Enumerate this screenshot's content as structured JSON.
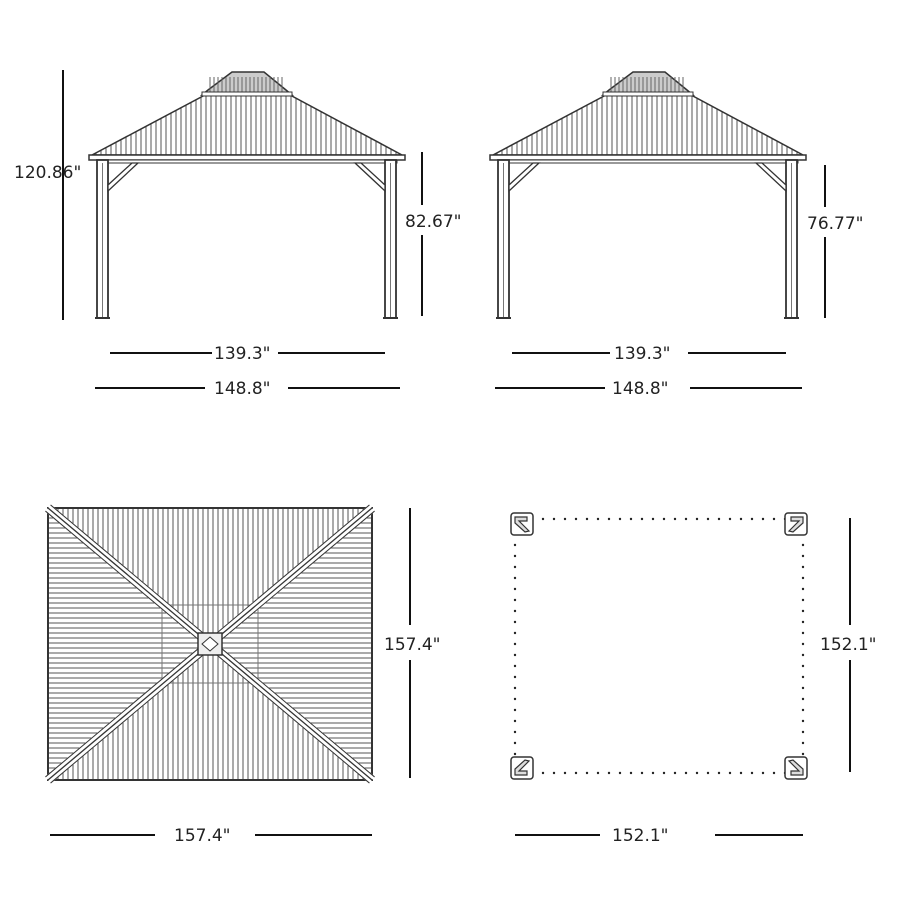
{
  "front_view": {
    "total_height": "120.86\"",
    "eave_height": "82.67\"",
    "post_span": "139.3\"",
    "overall_width": "148.8\""
  },
  "side_view": {
    "eave_height": "76.77\"",
    "post_span": "139.3\"",
    "overall_width": "148.8\""
  },
  "top_view": {
    "depth": "157.4\"",
    "width": "157.4\""
  },
  "base_plan": {
    "depth": "152.1\"",
    "width": "152.1\""
  },
  "colors": {
    "ink": "#333333",
    "dimension": "#111111"
  }
}
